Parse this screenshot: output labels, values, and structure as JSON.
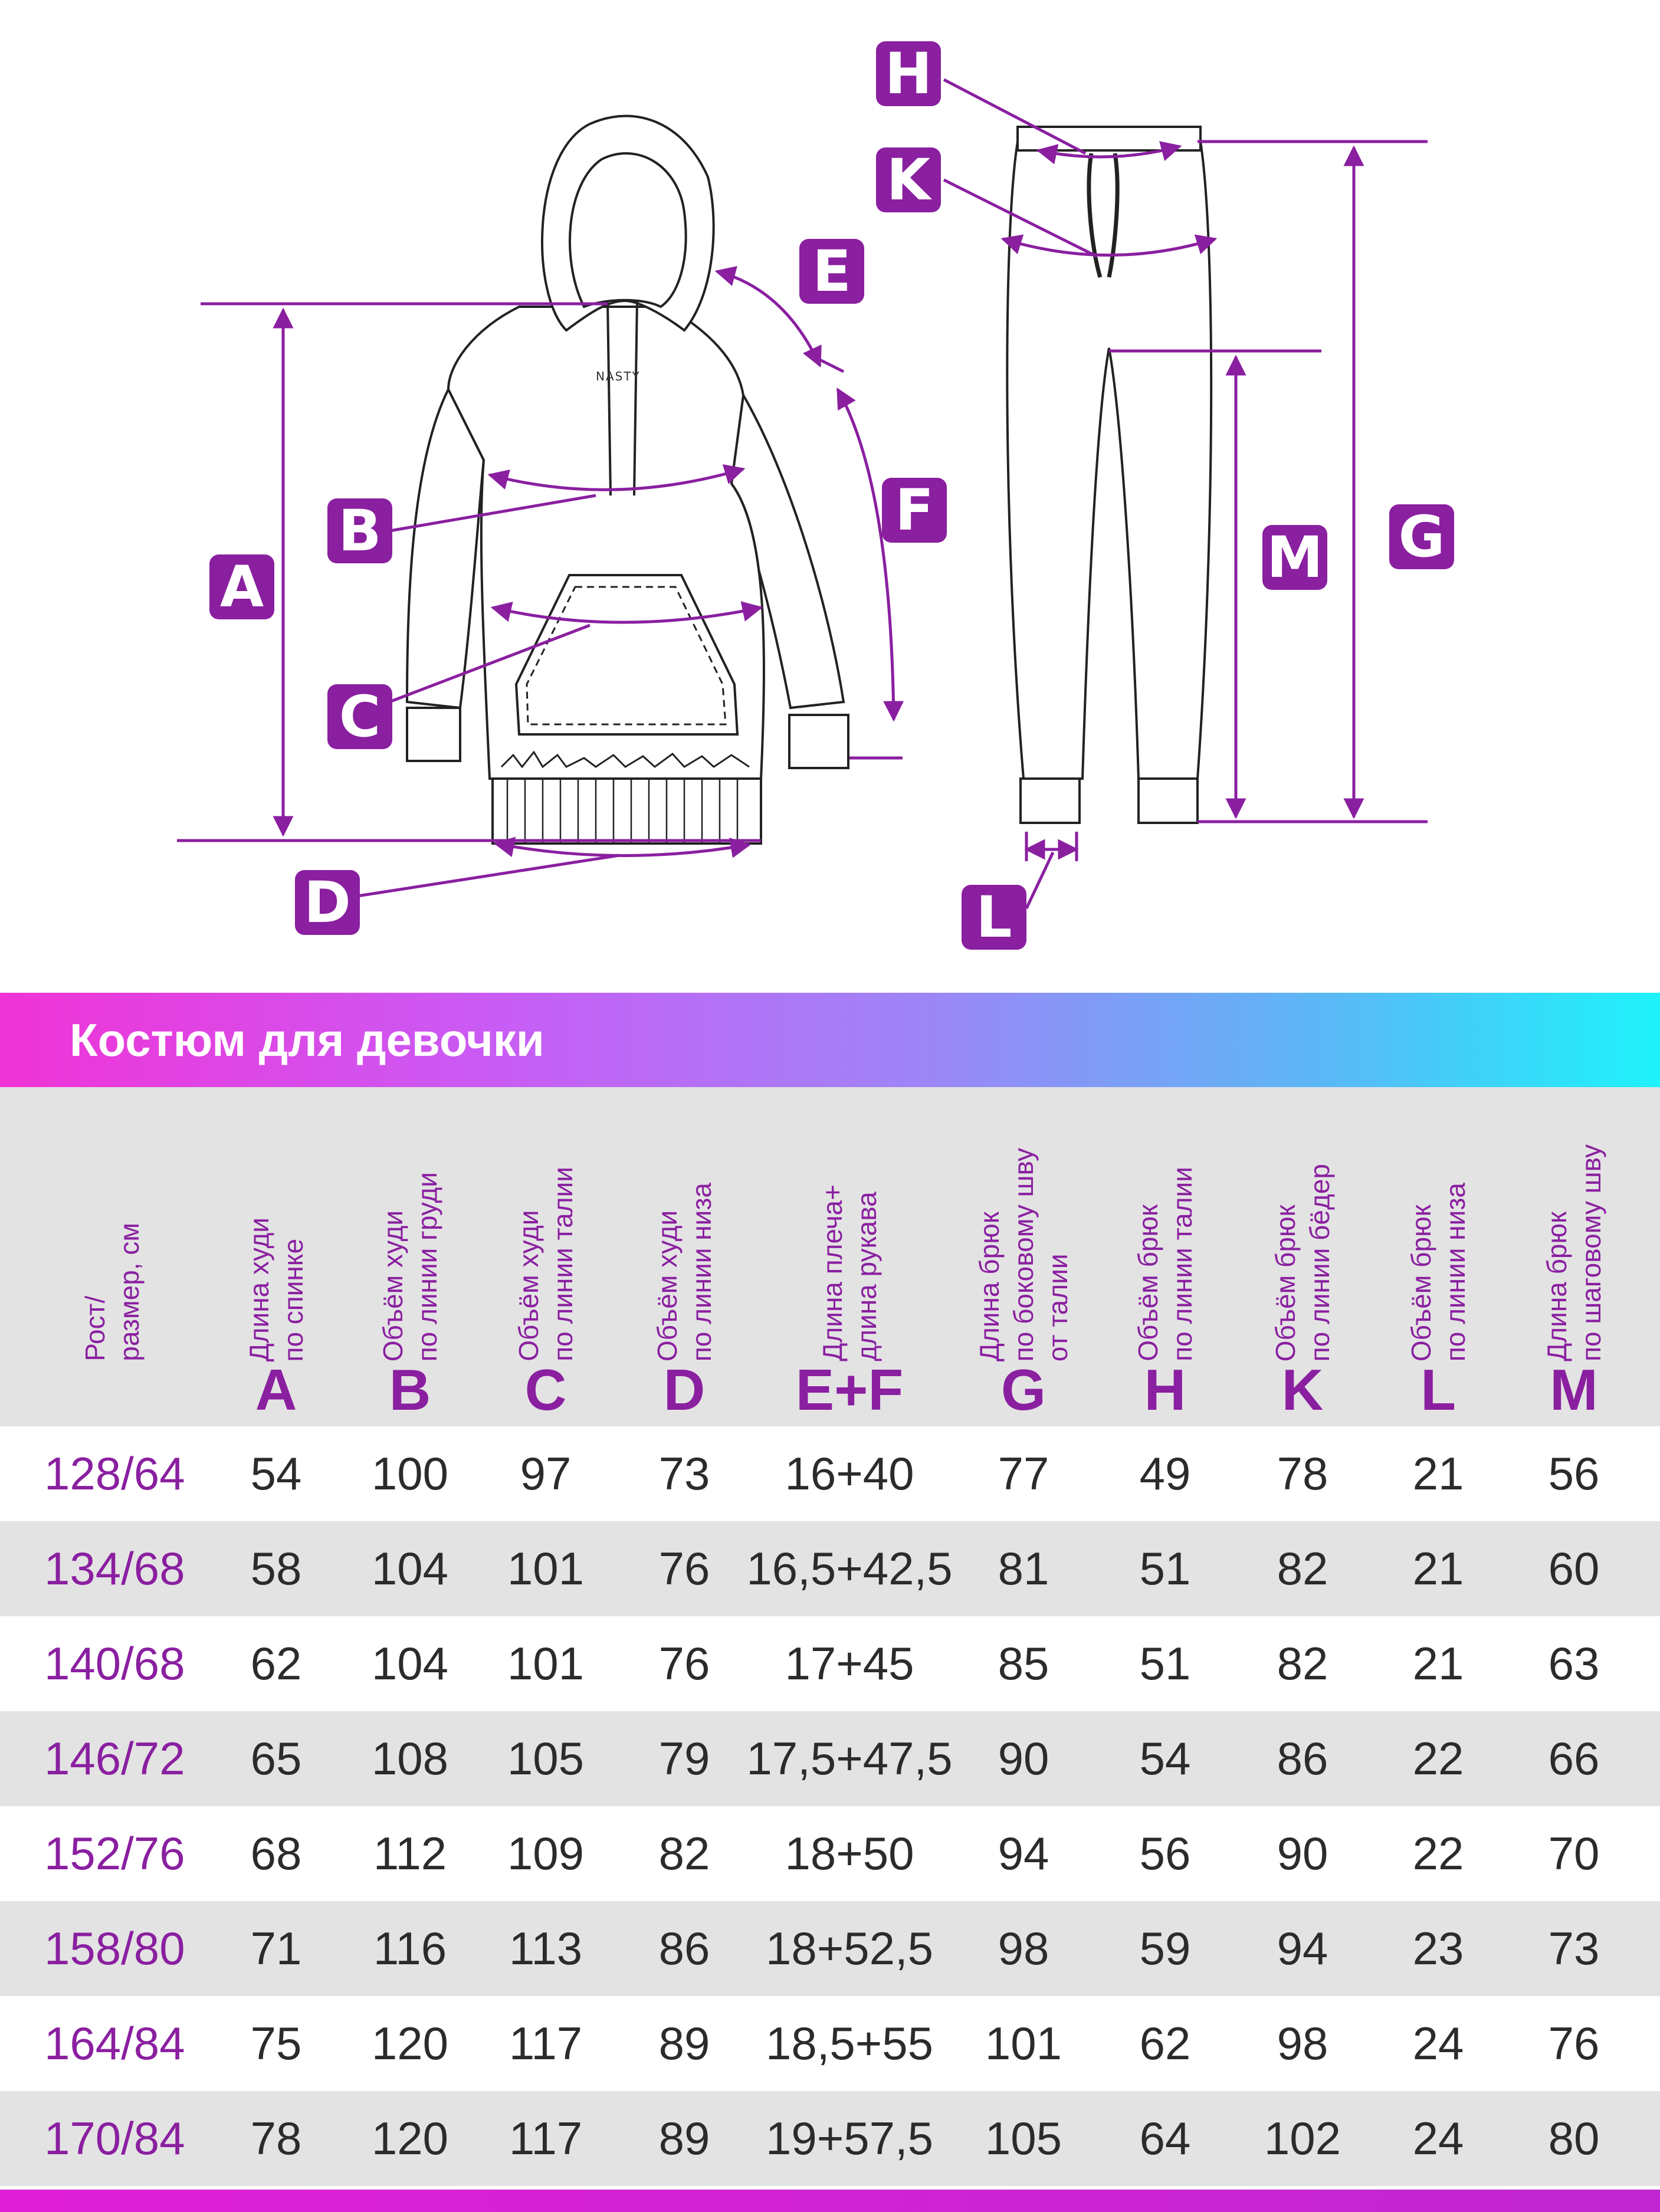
{
  "brand_text": "NASTY",
  "markers": {
    "A": "A",
    "B": "B",
    "C": "C",
    "D": "D",
    "E": "E",
    "F": "F",
    "G": "G",
    "H": "H",
    "K": "K",
    "L": "L",
    "M": "M"
  },
  "colors": {
    "accent": "#8a1fa0",
    "banner_start": "#f033d6",
    "banner_end": "#1ef2fb",
    "header_bg": "#e3e3e3",
    "row_alt_bg": "#e3e3e3"
  },
  "banner": {
    "title": "Костюм для девочки"
  },
  "table": {
    "headers": [
      {
        "text": "Рост/\nразмер, см",
        "letter": ""
      },
      {
        "text": "Длина худи\nпо спинке",
        "letter": "A"
      },
      {
        "text": "Объём худи\nпо линии груди",
        "letter": "B"
      },
      {
        "text": "Объём худи\nпо линии талии",
        "letter": "C"
      },
      {
        "text": "Объём худи\nпо линии низа",
        "letter": "D"
      },
      {
        "text": "Длина плеча+\nдлина рукава",
        "letter": "E+F"
      },
      {
        "text": "Длина брюк\nпо боковому шву\nот талии",
        "letter": "G"
      },
      {
        "text": "Объём брюк\nпо линии талии",
        "letter": "H"
      },
      {
        "text": "Объём брюк\nпо линии бёдер",
        "letter": "K"
      },
      {
        "text": "Объём брюк\nпо линии низа",
        "letter": "L"
      },
      {
        "text": "Длина брюк\nпо шаговому шву",
        "letter": "M"
      }
    ],
    "rows": [
      [
        "128/64",
        "54",
        "100",
        "97",
        "73",
        "16+40",
        "77",
        "49",
        "78",
        "21",
        "56"
      ],
      [
        "134/68",
        "58",
        "104",
        "101",
        "76",
        "16,5+42,5",
        "81",
        "51",
        "82",
        "21",
        "60"
      ],
      [
        "140/68",
        "62",
        "104",
        "101",
        "76",
        "17+45",
        "85",
        "51",
        "82",
        "21",
        "63"
      ],
      [
        "146/72",
        "65",
        "108",
        "105",
        "79",
        "17,5+47,5",
        "90",
        "54",
        "86",
        "22",
        "66"
      ],
      [
        "152/76",
        "68",
        "112",
        "109",
        "82",
        "18+50",
        "94",
        "56",
        "90",
        "22",
        "70"
      ],
      [
        "158/80",
        "71",
        "116",
        "113",
        "86",
        "18+52,5",
        "98",
        "59",
        "94",
        "23",
        "73"
      ],
      [
        "164/84",
        "75",
        "120",
        "117",
        "89",
        "18,5+55",
        "101",
        "62",
        "98",
        "24",
        "76"
      ],
      [
        "170/84",
        "78",
        "120",
        "117",
        "89",
        "19+57,5",
        "105",
        "64",
        "102",
        "24",
        "80"
      ]
    ]
  }
}
